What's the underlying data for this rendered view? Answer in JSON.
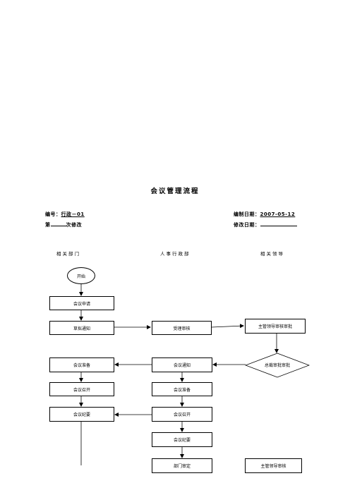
{
  "title": "会议管理流程",
  "meta": {
    "number_label": "编号：",
    "number_value": "行政－01",
    "revision_prefix": "第",
    "revision_suffix": "次修改",
    "date_label": "编制日期：",
    "date_value": "2007-05-12",
    "modified_label": "修改日期："
  },
  "columns": {
    "dept": "相关部门",
    "hr": "人事行政部",
    "leader": "相关领导"
  },
  "nodes": {
    "start": "开始",
    "apply": "会议申请",
    "draft_notice": "草拟通知",
    "accept_review": "受理审核",
    "leader_review": "主管领导审核审批",
    "gm_approval": "总裁审批审批",
    "meeting_prep_dept": "会议准备",
    "meeting_notice": "会议通知",
    "meeting_held_dept": "会议召开",
    "meeting_prep_hr": "会议准备",
    "minutes_dept": "会议纪要",
    "meeting_held_hr": "会议召开",
    "minutes_hr": "会议纪要",
    "dept_review": "部门审定",
    "leader_review_2": "主管领导审核"
  }
}
